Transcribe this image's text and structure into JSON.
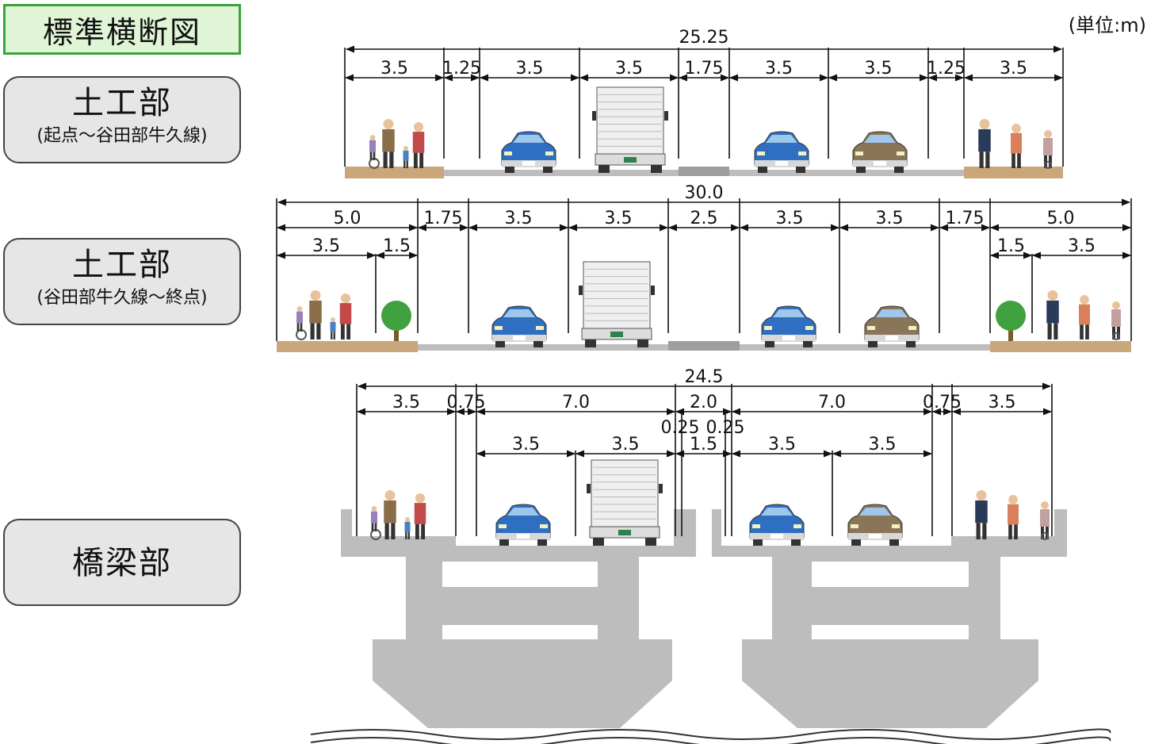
{
  "title": "標準横断図",
  "unit": "(単位:m)",
  "sections": [
    {
      "label": "土工部",
      "sublabel": "(起点～谷田部牛久線)",
      "total": "25.25",
      "row1": [
        "3.5",
        "1.25",
        "3.5",
        "3.5",
        "1.75",
        "3.5",
        "3.5",
        "1.25",
        "3.5"
      ]
    },
    {
      "label": "土工部",
      "sublabel": "(谷田部牛久線～終点)",
      "total": "30.0",
      "row1": [
        "5.0",
        "1.75",
        "3.5",
        "3.5",
        "2.5",
        "3.5",
        "3.5",
        "1.75",
        "5.0"
      ],
      "row2": [
        "3.5",
        "1.5",
        "1.5",
        "3.5"
      ]
    },
    {
      "label": "橋梁部",
      "total": "24.5",
      "row1": [
        "3.5",
        "0.75",
        "7.0",
        "2.0",
        "7.0",
        "0.75",
        "3.5"
      ],
      "row2": [
        "0.25",
        "0.25"
      ],
      "row3": [
        "3.5",
        "3.5",
        "1.5",
        "3.5",
        "3.5"
      ]
    }
  ],
  "colors": {
    "title_bg": "#dff5d6",
    "title_border": "#3aa33a",
    "sidewalk": "#c9a77a",
    "road": "#bdbdbd",
    "median": "#9e9e9e",
    "concrete": "#bdbdbd",
    "car_blue": "#2f6fc2",
    "car_brown": "#8a7558",
    "truck_body": "#efefef",
    "tree": "#3fa13f"
  },
  "icons": [
    "pedestrian-group-icon",
    "car-icon",
    "truck-icon",
    "tree-icon"
  ]
}
